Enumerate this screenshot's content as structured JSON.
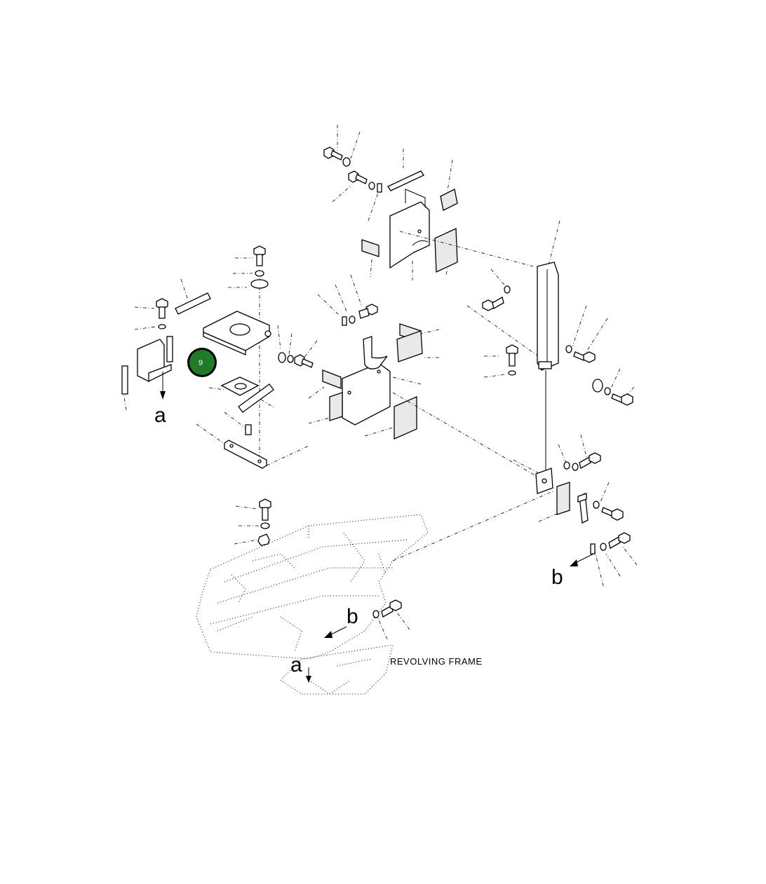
{
  "diagram": {
    "caption": "REVOLVING FRAME",
    "ref_letters": {
      "a_left": "a",
      "a_bottom": "a",
      "b_right": "b",
      "b_bottom": "b"
    },
    "callout": {
      "label": "9",
      "color": "#1f7a2a",
      "ring_color": "#000000"
    }
  }
}
